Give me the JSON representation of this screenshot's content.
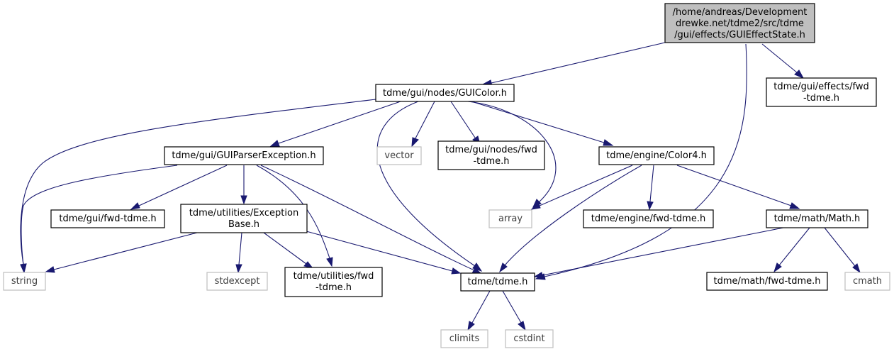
{
  "colors": {
    "edge": "#191970",
    "node_border": "#000000",
    "missing_border": "#bfbfbf",
    "root_fill": "#bfbfbf",
    "background": "#ffffff"
  },
  "nodes": {
    "root": [
      "/home/andreas/Development",
      "drewke.net/tdme2/src/tdme",
      "/gui/effects/GUIEffectState.h"
    ],
    "guicolor": [
      "tdme/gui/nodes/GUIColor.h"
    ],
    "effects_fwd": [
      "tdme/gui/effects/fwd",
      "-tdme.h"
    ],
    "string": [
      "string"
    ],
    "parserexception": [
      "tdme/gui/GUIParserException.h"
    ],
    "vector": [
      "vector"
    ],
    "nodes_fwd": [
      "tdme/gui/nodes/fwd",
      "-tdme.h"
    ],
    "color4": [
      "tdme/engine/Color4.h"
    ],
    "gui_fwd": [
      "tdme/gui/fwd-tdme.h"
    ],
    "exceptionbase": [
      "tdme/utilities/Exception",
      "Base.h"
    ],
    "array": [
      "array"
    ],
    "engine_fwd": [
      "tdme/engine/fwd-tdme.h"
    ],
    "math": [
      "tdme/math/Math.h"
    ],
    "stdexcept": [
      "stdexcept"
    ],
    "utilities_fwd": [
      "tdme/utilities/fwd",
      "-tdme.h"
    ],
    "tdme": [
      "tdme/tdme.h"
    ],
    "math_fwd": [
      "tdme/math/fwd-tdme.h"
    ],
    "cmath": [
      "cmath"
    ],
    "climits": [
      "climits"
    ],
    "cstdint": [
      "cstdint"
    ]
  }
}
